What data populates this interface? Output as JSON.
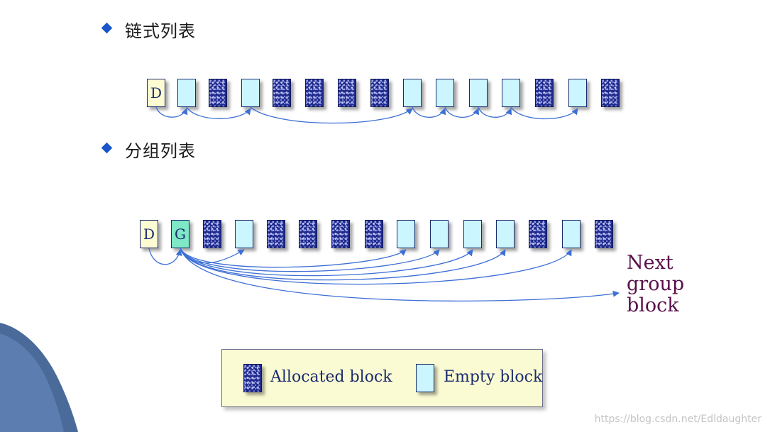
{
  "sections": {
    "linked": {
      "title": "链式列表"
    },
    "grouped": {
      "title": "分组列表"
    }
  },
  "linked_row": [
    "D",
    "E",
    "A",
    "E",
    "A",
    "A",
    "A",
    "A",
    "E",
    "E",
    "E",
    "E",
    "A",
    "E",
    "A"
  ],
  "grouped_row": [
    "D",
    "G",
    "A",
    "E",
    "A",
    "A",
    "A",
    "A",
    "E",
    "E",
    "E",
    "E",
    "A",
    "E",
    "A"
  ],
  "block_letters": {
    "directory": "D",
    "group": "G"
  },
  "next_group_label": {
    "line1": "Next",
    "line2": "group",
    "line3": "block"
  },
  "legend": {
    "allocated_label": "Allocated block",
    "empty_label": "Empty block"
  },
  "watermark": "https://blog.csdn.net/Edldaughter",
  "colors": {
    "empty_fill": "#ccf6ff",
    "allocated_fill": "#1f2a8c",
    "directory_fill": "#fdfbd2",
    "group_fill": "#7ee8c7",
    "arrow": "#3d6fd6",
    "bullet": "#1a56c8",
    "next_label": "#5a0f4a",
    "legend_bg": "#fbfbd3"
  }
}
